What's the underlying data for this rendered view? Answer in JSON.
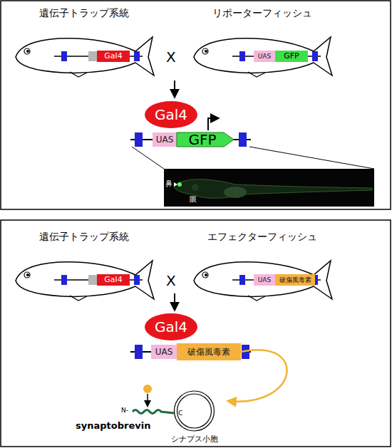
{
  "diagram": {
    "nodes": [
      {
        "text": [
          "遺伝子トラップ系統"
        ]
      },
      {
        "text": [
          "Gal4"
        ],
        "in": 0
      },
      {
        "text": [
          "リポーターフィッシュ"
        ]
      },
      {
        "text": [
          "UAS"
        ],
        "in": 2
      },
      {
        "text": [
          "GFP"
        ],
        "in": 2
      },
      {
        "text": [
          "Gal4"
        ]
      },
      {
        "text": [
          "UAS"
        ]
      },
      {
        "text": [
          "GFP"
        ]
      },
      {
        "text": [
          "鼻",
          "眼"
        ]
      },
      {
        "text": [
          "遺伝子トラップ系統"
        ]
      },
      {
        "text": [
          "Gal4"
        ],
        "in": 9
      },
      {
        "text": [
          "エフェクターフィッシュ"
        ]
      },
      {
        "text": [
          "UAS"
        ],
        "in": 11
      },
      {
        "text": [
          "破傷風毒素"
        ],
        "in": 11
      },
      {
        "text": [
          "Gal4"
        ]
      },
      {
        "text": [
          "UAS"
        ]
      },
      {
        "text": [
          "破傷風毒素"
        ]
      },
      {
        "text": [
          "シナプス小胞"
        ]
      }
    ],
    "edges": [
      {
        "from": 16,
        "to": 17,
        "arrow": "to"
      }
    ],
    "labels": [
      "X",
      "X",
      "N-",
      "C",
      "synaptobrevin"
    ]
  }
}
